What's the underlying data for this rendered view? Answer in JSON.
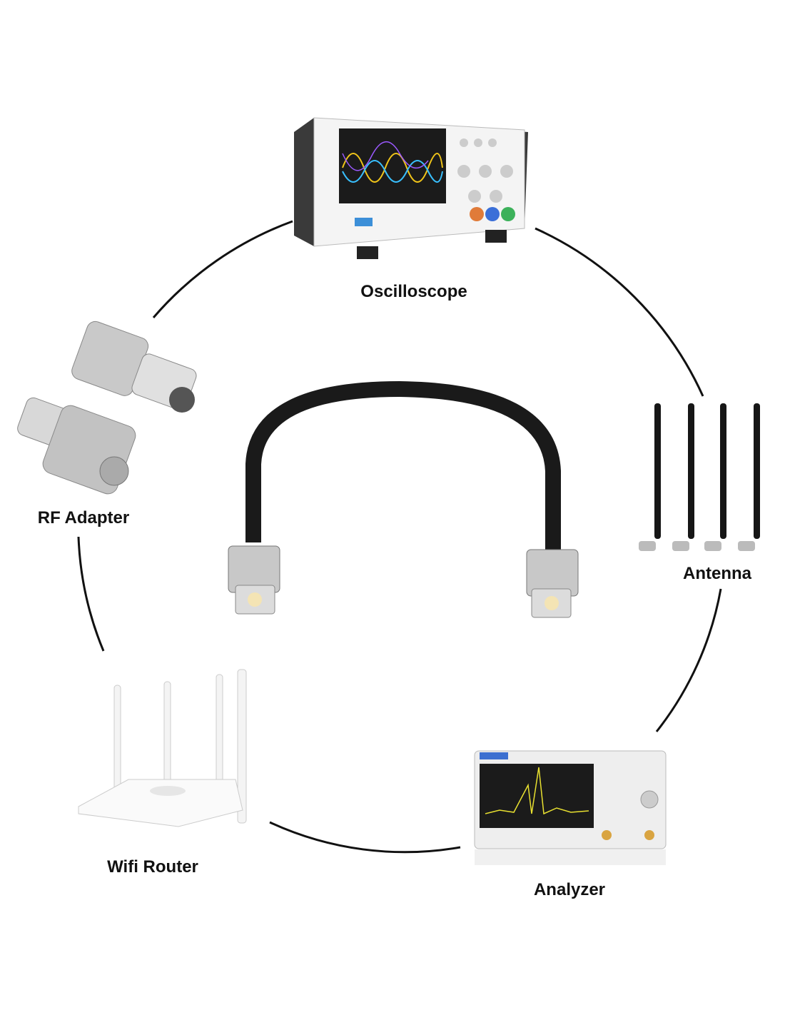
{
  "labels": {
    "oscilloscope": "Oscilloscope",
    "rf_adapter": "RF Adapter",
    "antenna": "Antenna",
    "analyzer": "Analyzer",
    "wifi_router": "Wifi Router"
  },
  "colors": {
    "cable": "#1a1a1a",
    "connector": "#c8c8c8",
    "device_body": "#f2f2f2",
    "screen": "#1b1b1b"
  }
}
